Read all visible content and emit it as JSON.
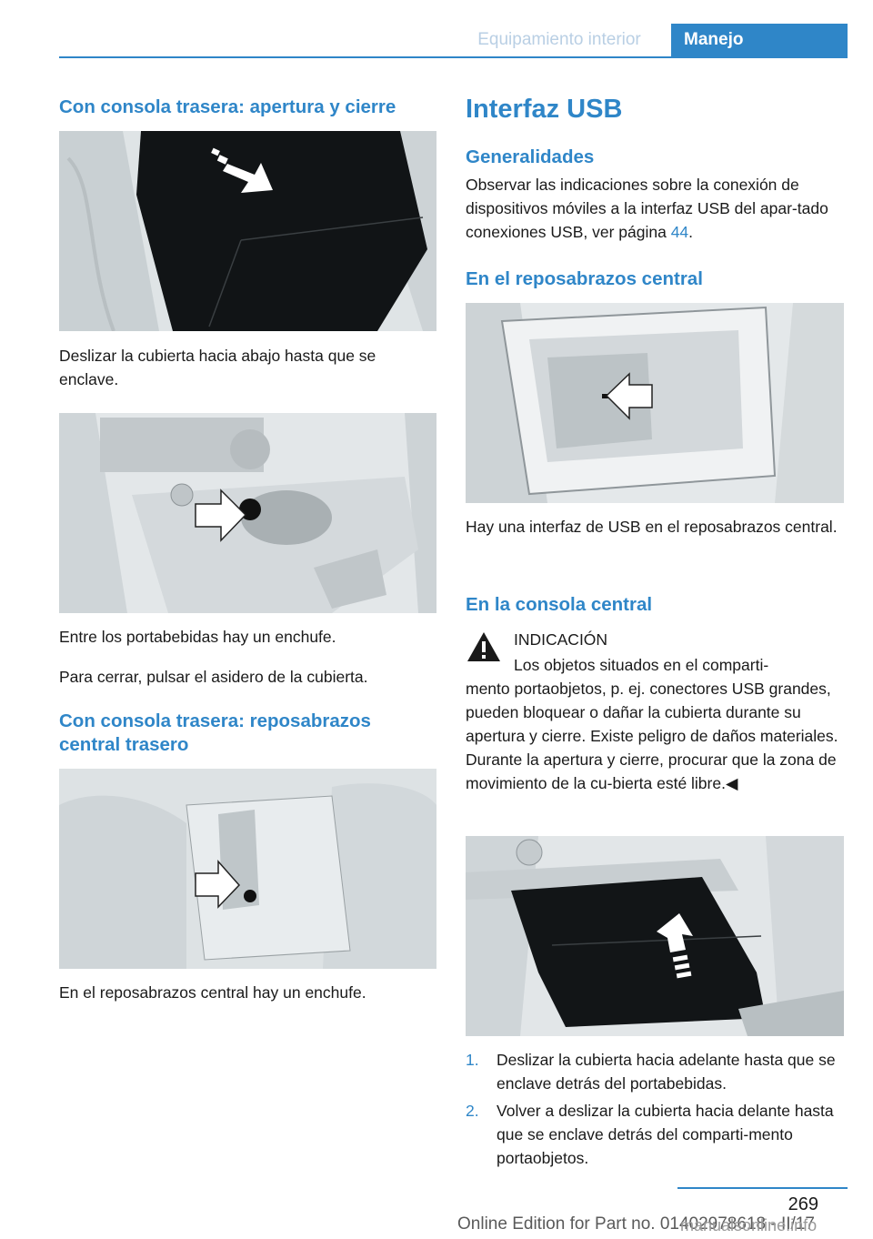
{
  "header": {
    "section": "Equipamiento interior",
    "chapter": "Manejo"
  },
  "left": {
    "h1": "Con consola trasera: apertura y cierre",
    "p1": "Deslizar la cubierta hacia abajo hasta que se enclave.",
    "p2": "Entre los portabebidas hay un enchufe.",
    "p3": "Para cerrar, pulsar el asidero de la cubierta.",
    "h2_line1": "Con consola trasera: reposabrazos",
    "h2_line2": "central trasero",
    "p4": "En el reposabrazos central hay un enchufe."
  },
  "right": {
    "title": "Interfaz USB",
    "h_gen": "Generalidades",
    "gen_text": "Observar las indicaciones sobre la conexión de dispositivos móviles a la interfaz USB del apar-tado conexiones USB, ver página ",
    "gen_link": "44",
    "gen_end": ".",
    "h_repos": "En el reposabrazos central",
    "repos_text": "Hay una interfaz de USB en el reposabrazos central.",
    "h_consola": "En la consola central",
    "warn_label": "INDICACIÓN",
    "warn_first": "Los objetos situados en el comparti-",
    "warn_rest": "mento portaobjetos, p. ej. conectores USB grandes, pueden bloquear o dañar la cubierta durante su apertura y cierre. Existe peligro de daños materiales. Durante la apertura y cierre, procurar que la zona de movimiento de la cu-bierta esté libre.◀",
    "steps": [
      {
        "num": "1.",
        "text": "Deslizar la cubierta hacia adelante hasta que se enclave detrás del portabebidas."
      },
      {
        "num": "2.",
        "text": "Volver a deslizar la cubierta hacia delante hasta que se enclave detrás del comparti-mento portaobjetos."
      }
    ]
  },
  "footer": {
    "page": "269",
    "edition": "Online Edition for Part no. 01402978618 - II/17",
    "watermark": "manualsonline.info"
  }
}
